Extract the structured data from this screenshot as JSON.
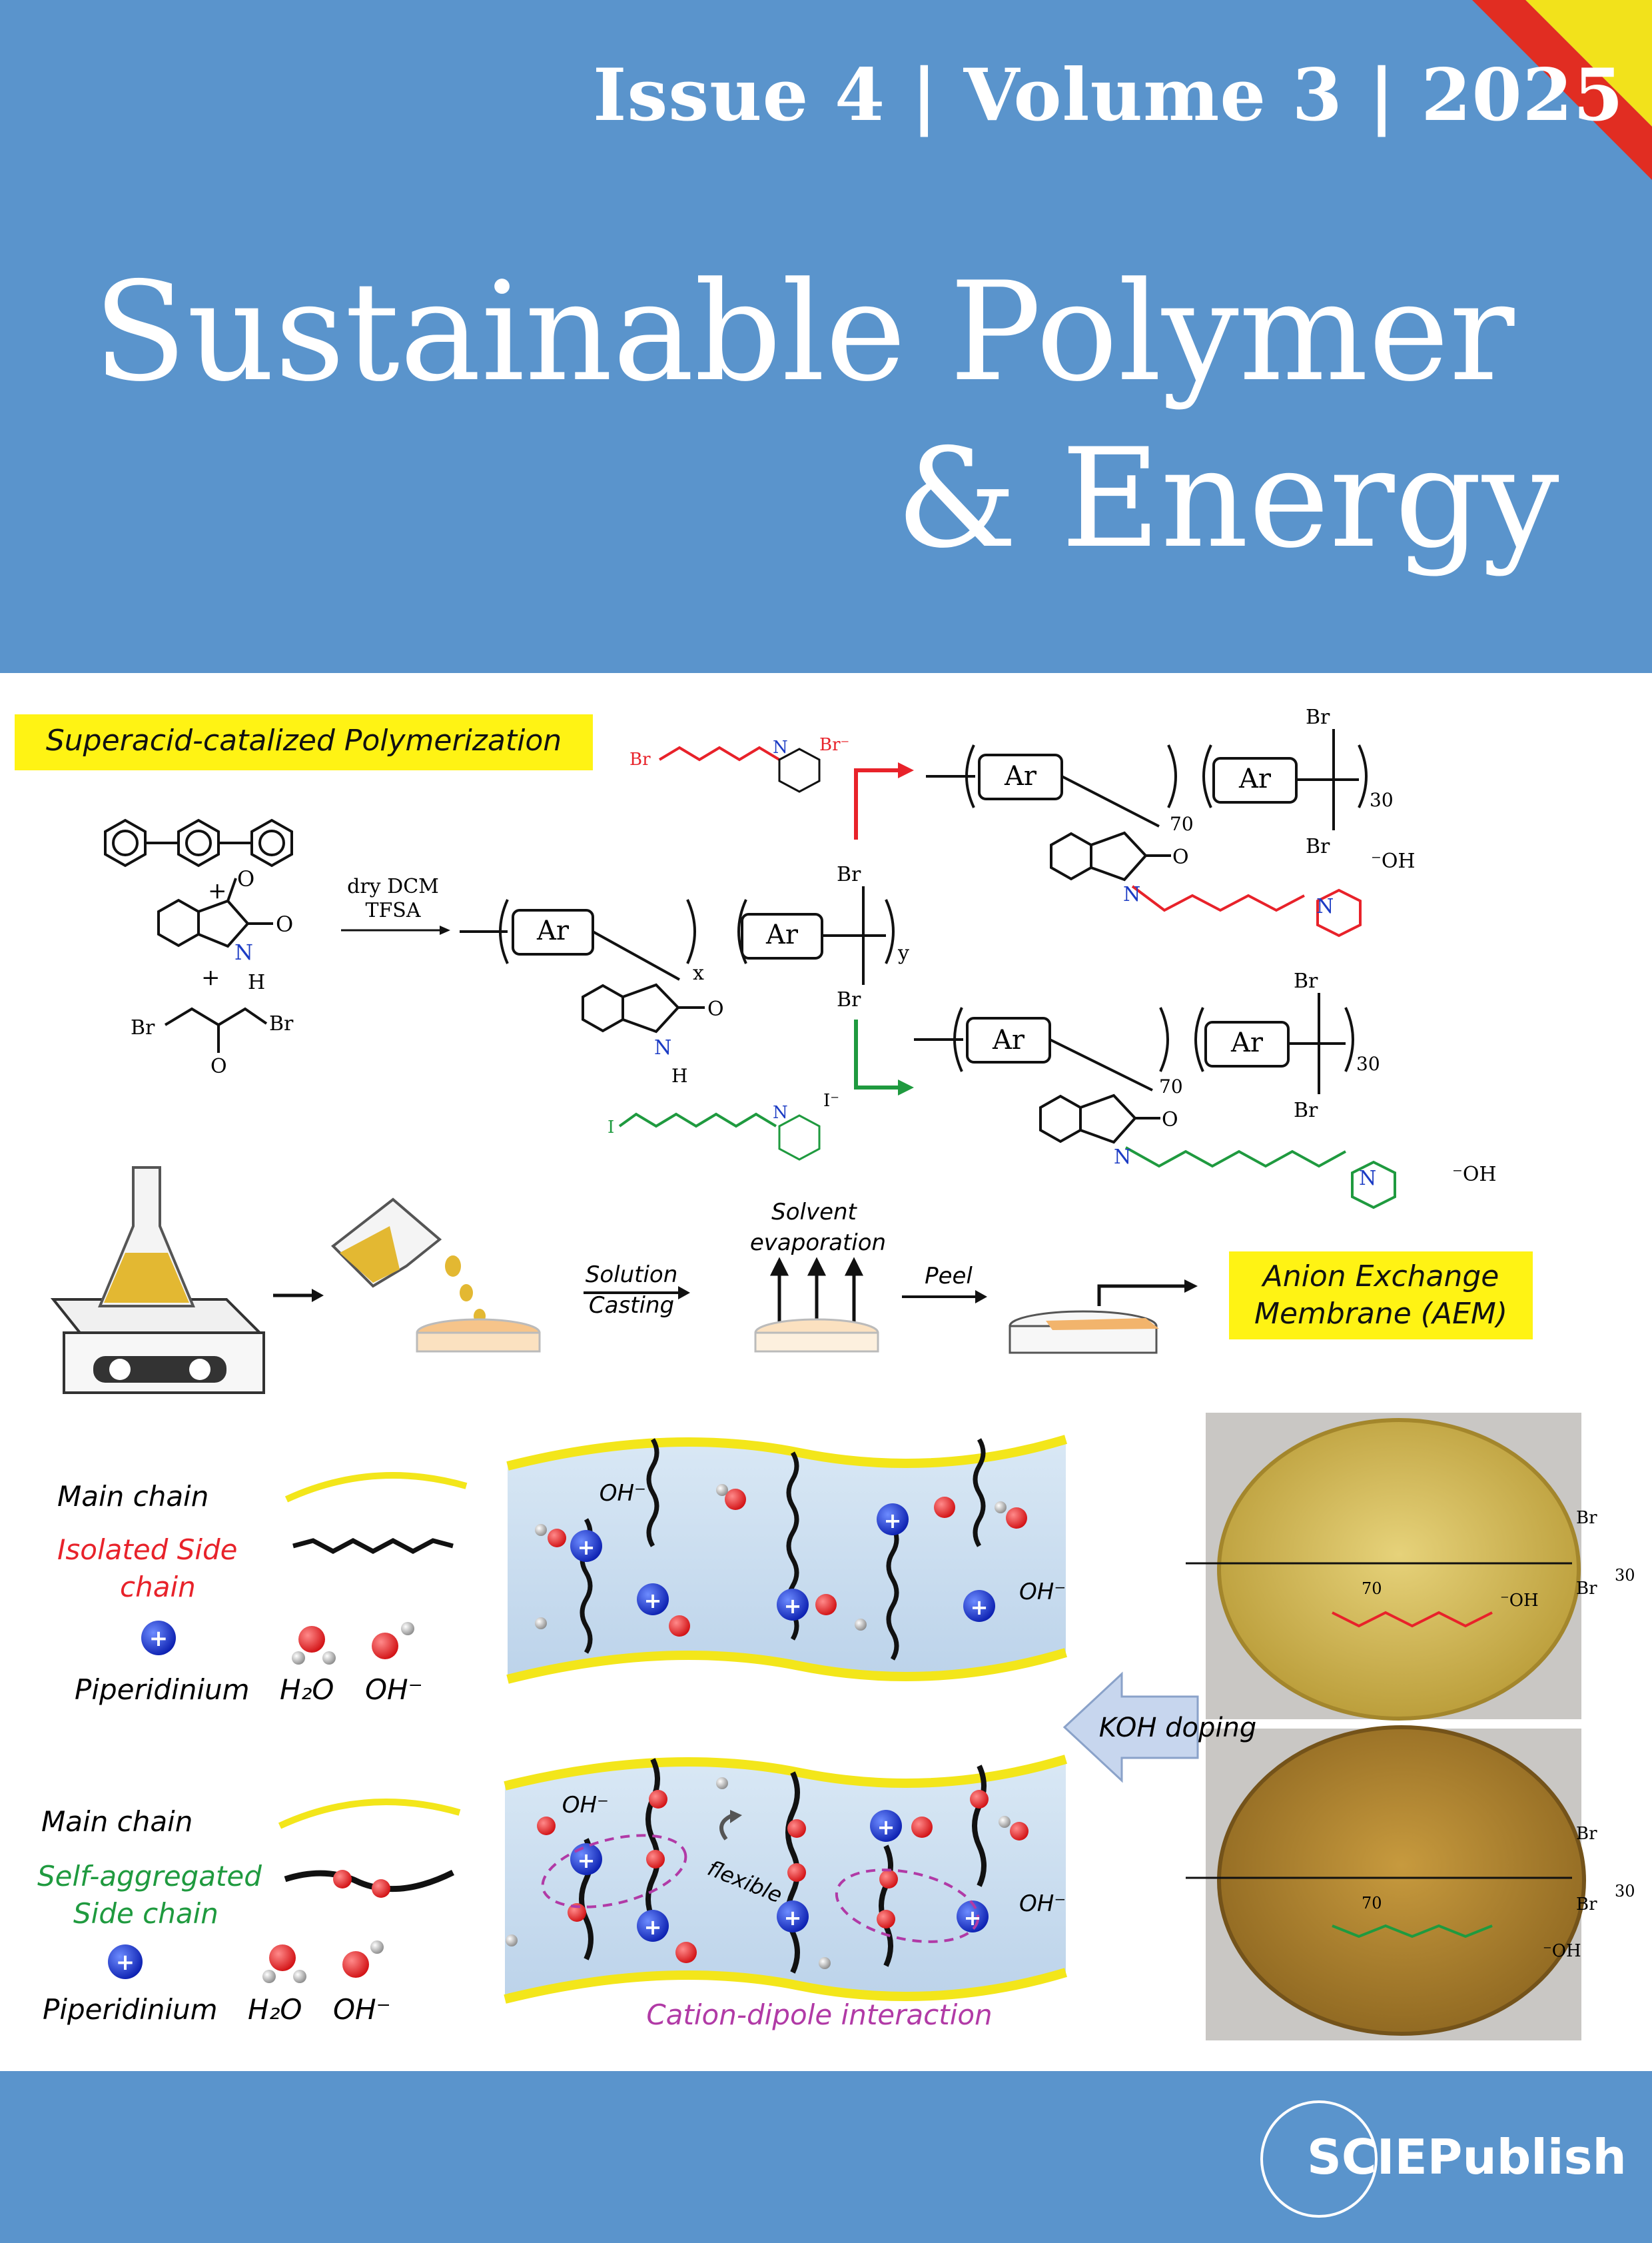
{
  "header": {
    "issue": "Issue 4",
    "volume": "Volume 3",
    "year": "2025",
    "separator": "|",
    "title_line1": "Sustainable  Polymer",
    "title_line2": "& Energy"
  },
  "colors": {
    "header_bg": "#5a94cc",
    "highlight": "#fff314",
    "red": "#e8222a",
    "green": "#1f9a3f",
    "blue": "#1c3cc4"
  },
  "scheme": {
    "section_label": "Superacid-catalized Polymerization",
    "conditions_1": "dry DCM",
    "conditions_2": "TFSA",
    "ar": "Ar",
    "plus": "+",
    "o": "O",
    "n": "N",
    "h": "H",
    "br": "Br",
    "br_minus": "Br⁻",
    "i": "I",
    "i_minus": "I⁻",
    "oh": "⁻OH",
    "x": "x",
    "y": "y",
    "n70": "70",
    "n30": "30"
  },
  "process": {
    "step_casting_1": "Solution",
    "step_casting_2": "Casting",
    "step_evap_1": "Solvent",
    "step_evap_2": "evaporation",
    "step_peel": "Peel",
    "product_1": "Anion Exchange",
    "product_2": "Membrane (AEM)"
  },
  "legend_top": {
    "main_chain": "Main chain",
    "side_chain_1": "Isolated Side",
    "side_chain_2": "chain",
    "cation": "Piperidinium",
    "water": "H₂O",
    "hydroxide": "OH⁻"
  },
  "legend_bottom": {
    "main_chain": "Main chain",
    "side_chain_1": "Self-aggregated",
    "side_chain_2": "Side chain",
    "cation": "Piperidinium",
    "water": "H₂O",
    "hydroxide": "OH⁻"
  },
  "channel": {
    "oh_label": "OH⁻",
    "flexible": "flexible",
    "interaction": "Cation-dipole interaction"
  },
  "photos": {
    "doping": "KOH doping"
  },
  "footer": {
    "publisher": "SCIEPublish"
  }
}
